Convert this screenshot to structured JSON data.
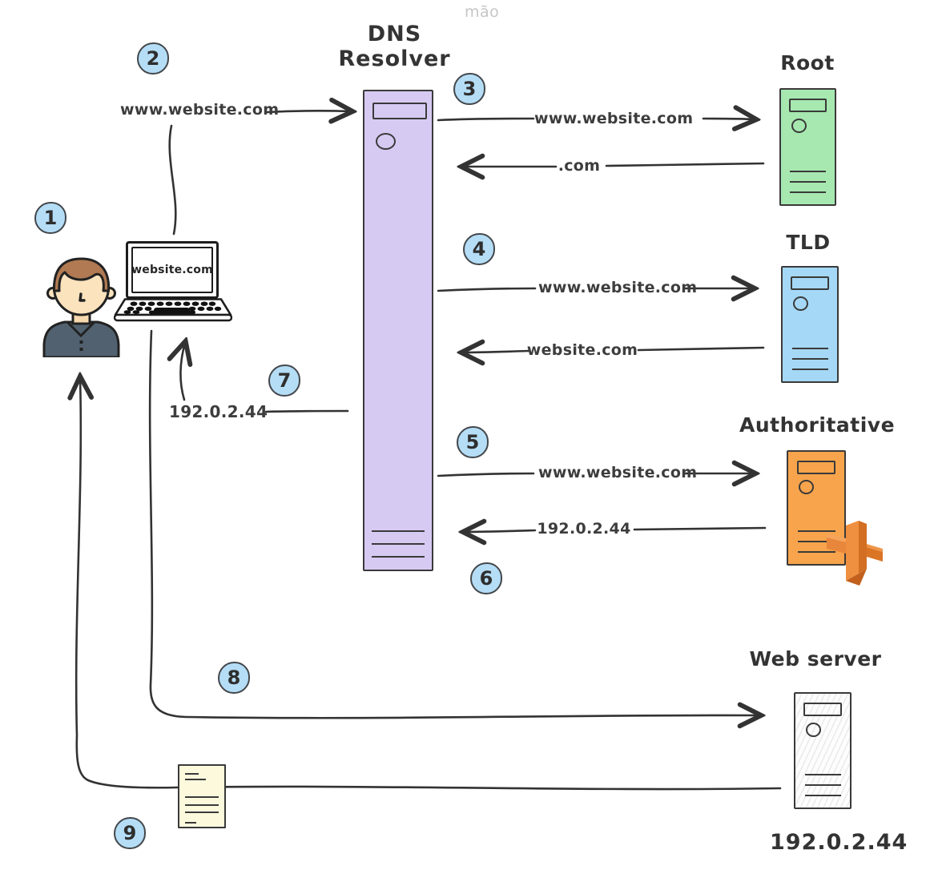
{
  "watermark": "mão",
  "title": "DNS Resolver",
  "steps": [
    {
      "number": "1"
    },
    {
      "number": "2"
    },
    {
      "number": "3"
    },
    {
      "number": "4"
    },
    {
      "number": "5"
    },
    {
      "number": "6"
    },
    {
      "number": "7"
    },
    {
      "number": "8"
    },
    {
      "number": "9"
    }
  ],
  "laptop": {
    "screen_text": "website.com"
  },
  "messages": {
    "user_query": "www.website.com",
    "root_query": "www.website.com",
    "root_response": ".com",
    "tld_query": "www.website.com",
    "tld_response": "website.com",
    "auth_query": "www.website.com",
    "auth_response": "192.0.2.44",
    "resolver_answer": "192.0.2.44"
  },
  "servers": {
    "resolver": {
      "label": "DNS Resolver"
    },
    "root": {
      "label": "Root"
    },
    "tld": {
      "label": "TLD"
    },
    "authoritative": {
      "label": "Authoritative"
    },
    "web": {
      "label": "Web server",
      "ip": "192.0.2.44"
    }
  },
  "colors": {
    "resolver_fill": "#d7caf2",
    "root_fill": "#a6e8b0",
    "tld_fill": "#a5d8f6",
    "authoritative_fill": "#f7a44c",
    "web_fill": "#fdfdfd",
    "badge_fill": "#b5ddf6",
    "document_fill": "#fcf9dd",
    "stroke": "#333333",
    "key_orange": "#ef9040"
  }
}
